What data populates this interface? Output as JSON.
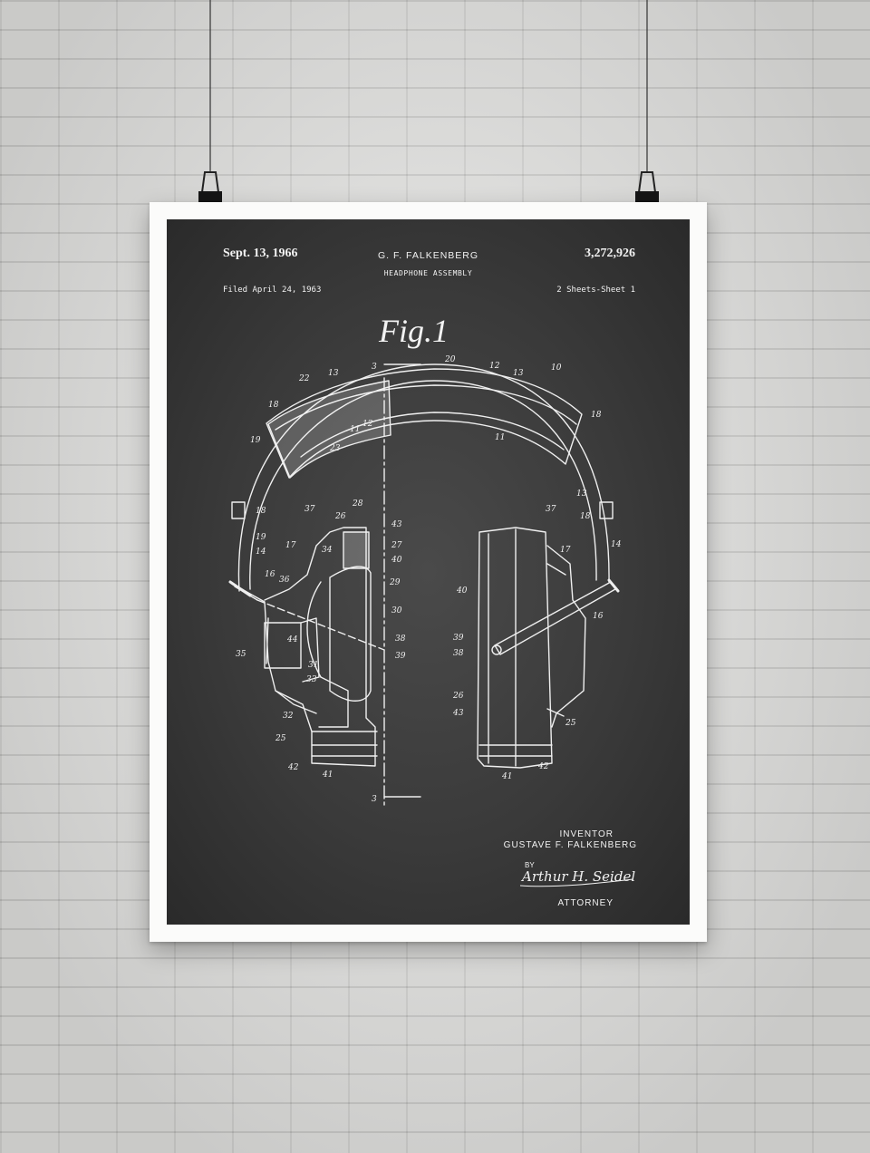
{
  "patent": {
    "date": "Sept. 13, 1966",
    "inventor_heading": "G. F. FALKENBERG",
    "title": "HEADPHONE ASSEMBLY",
    "number": "3,272,926",
    "filed": "Filed April 24, 1963",
    "sheets": "2 Sheets-Sheet 1",
    "figure": "Fig.1"
  },
  "signature_block": {
    "inventor_label": "INVENTOR",
    "inventor_name": "GUSTAVE F. FALKENBERG",
    "by": "BY",
    "signature": "Arthur H. Seidel",
    "attorney_label": "ATTORNEY"
  },
  "section_marks": [
    "3",
    "3"
  ],
  "reference_numerals": {
    "band_top": [
      "22",
      "13",
      "20",
      "12",
      "13",
      "10",
      "18",
      "18",
      "19",
      "11",
      "12",
      "23",
      "11"
    ],
    "left_cup": [
      "37",
      "28",
      "26",
      "43",
      "27",
      "34",
      "40",
      "18",
      "19",
      "14",
      "17",
      "16",
      "36",
      "29",
      "30",
      "44",
      "38",
      "39",
      "35",
      "31",
      "33",
      "32",
      "25",
      "42",
      "41"
    ],
    "right_cup": [
      "13",
      "18",
      "14",
      "37",
      "17",
      "40",
      "16",
      "39",
      "38",
      "26",
      "43",
      "25",
      "41",
      "42"
    ]
  },
  "colors": {
    "board": "#3a3a3a",
    "ink": "#f1f1f1",
    "mat": "#fbfbfa",
    "wall": "#e6e6e4"
  }
}
